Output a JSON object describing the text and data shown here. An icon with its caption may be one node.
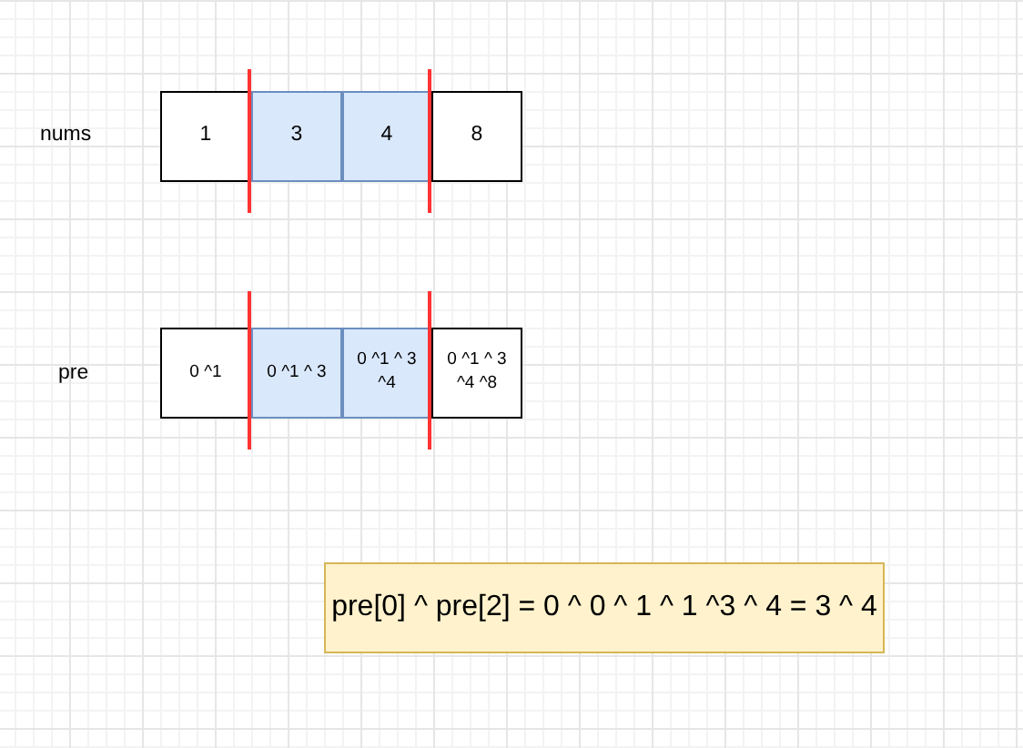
{
  "diagram": {
    "nodes": [
      {
        "text": [
          "1"
        ]
      },
      {
        "text": [
          "3"
        ]
      },
      {
        "text": [
          "4"
        ]
      },
      {
        "text": [
          "8"
        ]
      },
      {
        "text": [
          "0 ^1"
        ]
      },
      {
        "text": [
          "0 ^1 ^ 3"
        ]
      },
      {
        "text": [
          "0 ^1 ^ 3 ^4"
        ]
      },
      {
        "text": [
          "0 ^1 ^ 3 ^4 ^8"
        ]
      },
      {
        "text": [
          "pre[0] ^ pre[2] = 0 ^ 0 ^ 1 ^ 1 ^3 ^ 4 = 3 ^ 4"
        ]
      }
    ],
    "labels": [
      "nums",
      "pre"
    ]
  }
}
